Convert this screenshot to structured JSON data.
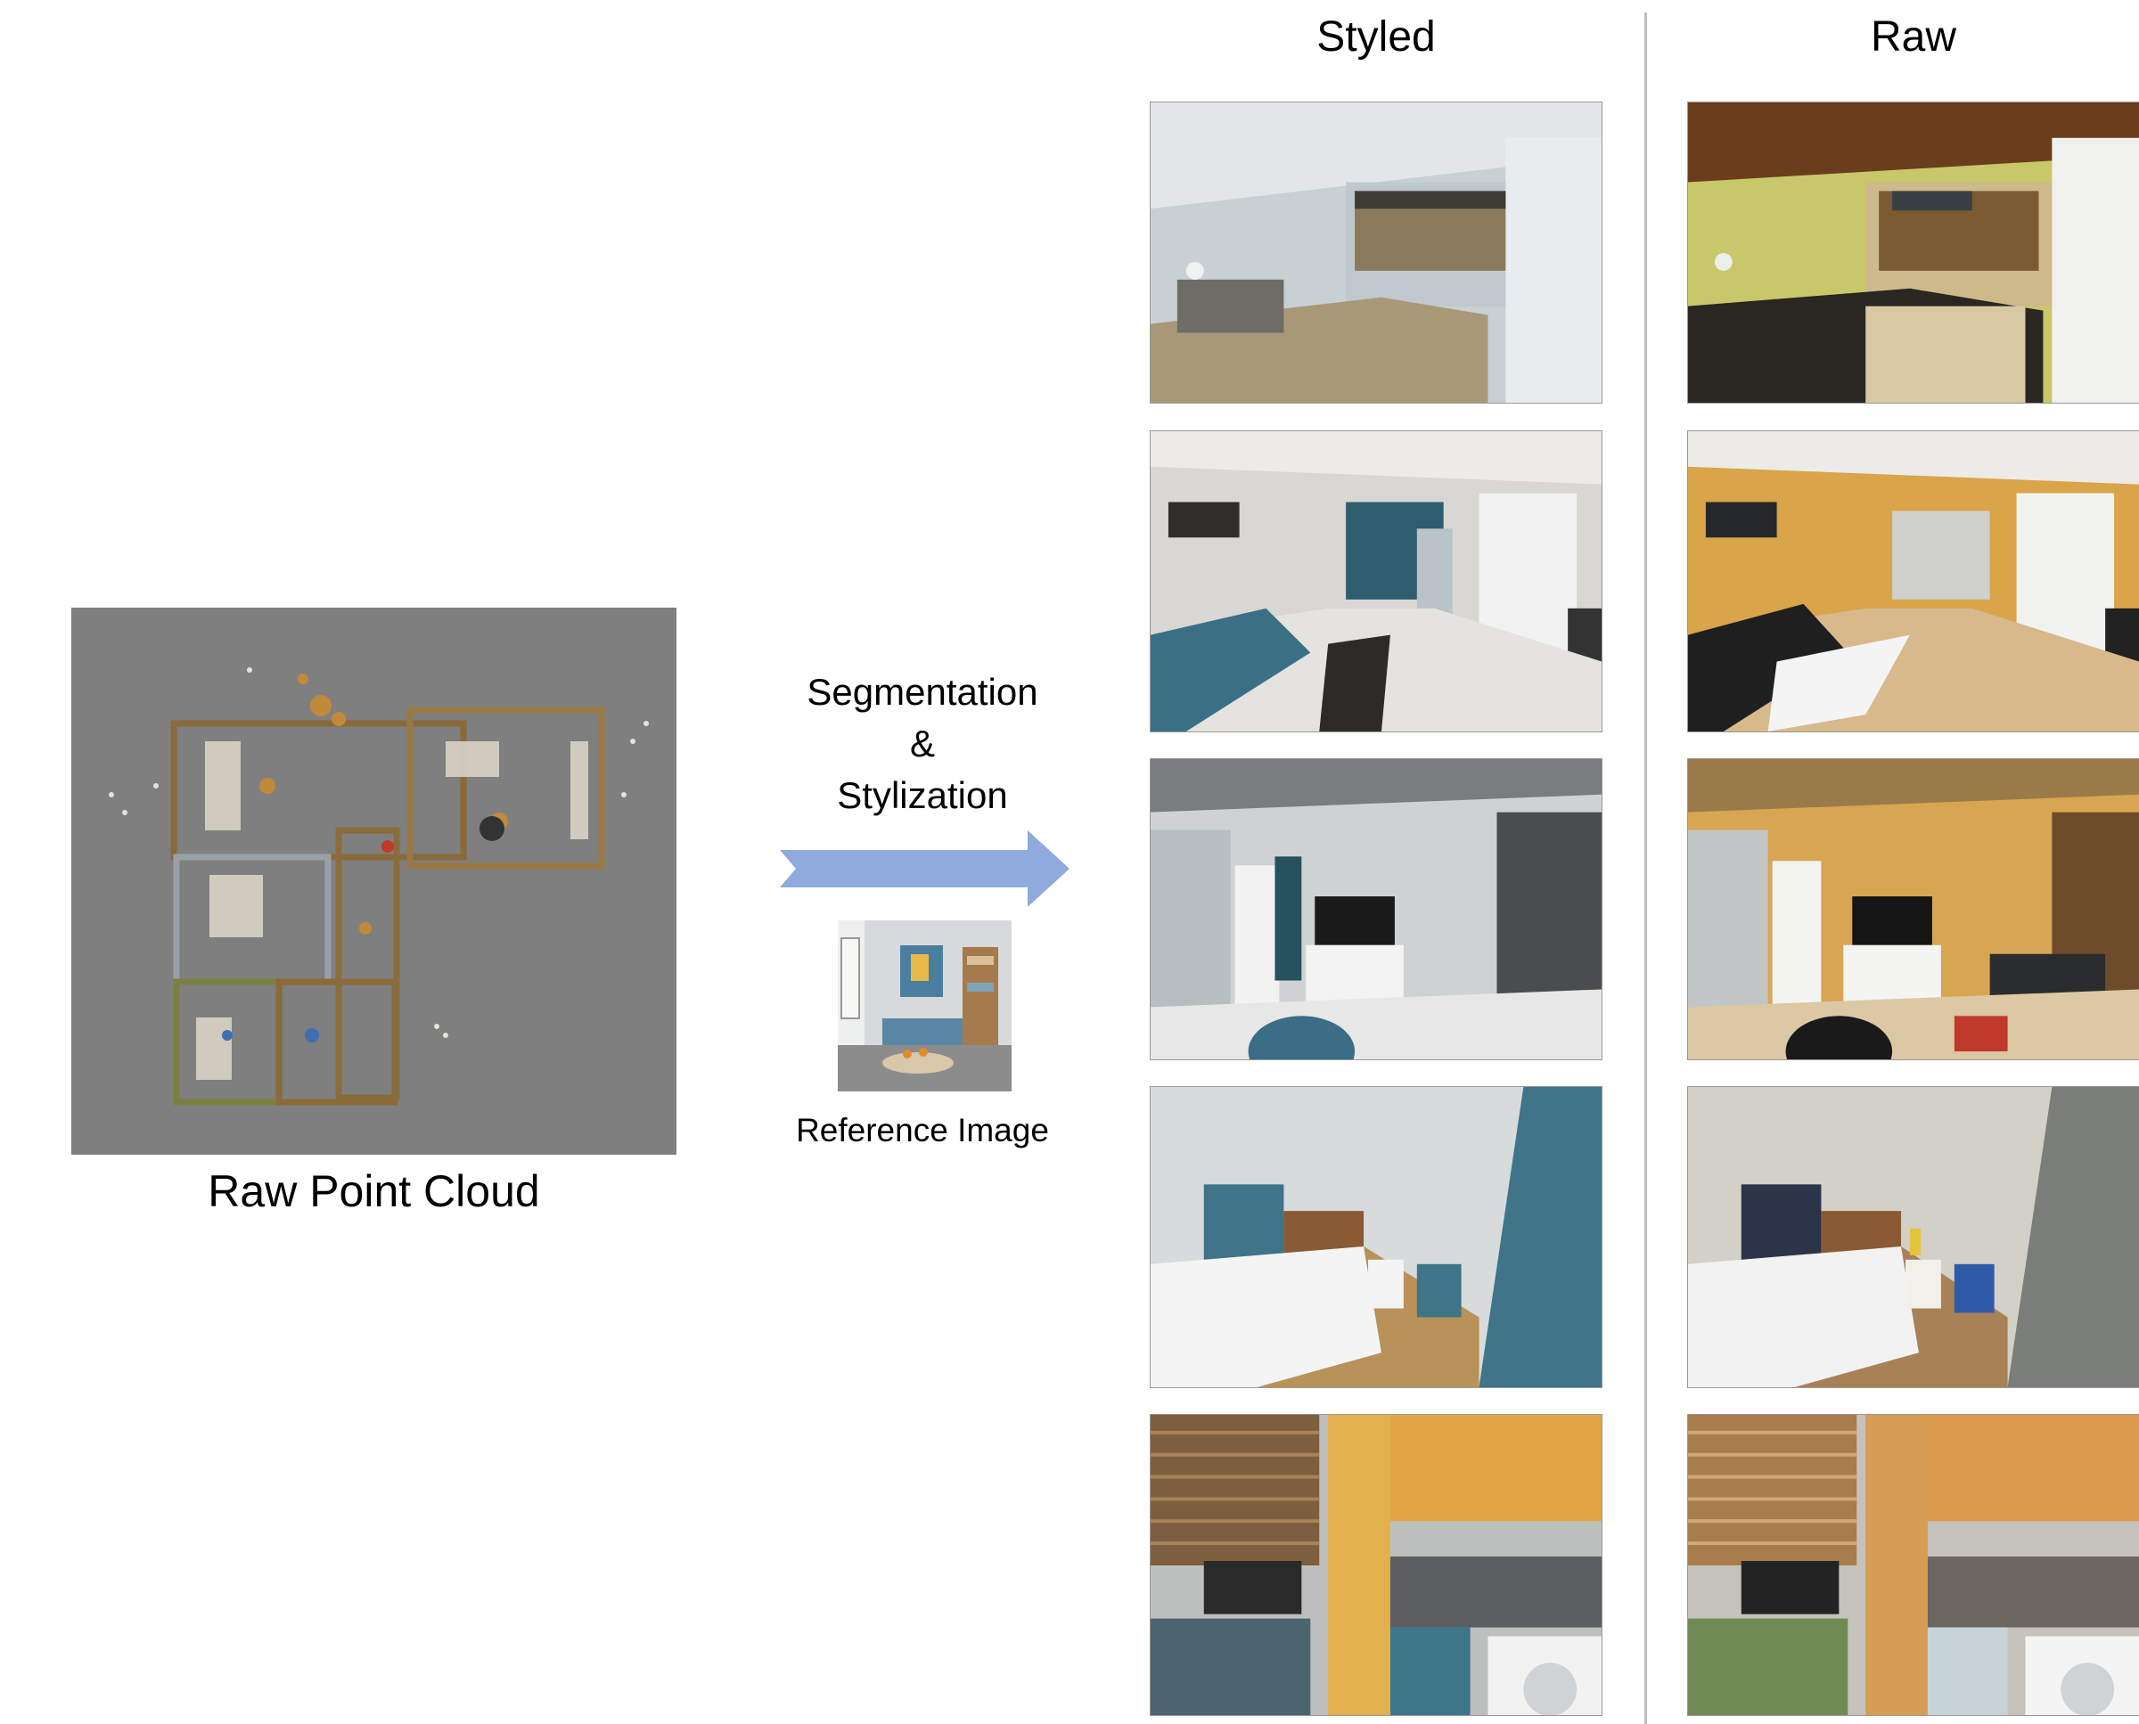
{
  "left_panel": {
    "label": "Raw Point Cloud"
  },
  "process": {
    "line1": "Segmentation",
    "line2": "&",
    "line3": "Stylization",
    "reference_label": "Reference Image"
  },
  "columns": {
    "styled": "Styled",
    "raw": "Raw"
  },
  "colors": {
    "arrow": "#8faadc",
    "panel_gray": "#7f7f7f",
    "divider": "#bdbdbd"
  }
}
